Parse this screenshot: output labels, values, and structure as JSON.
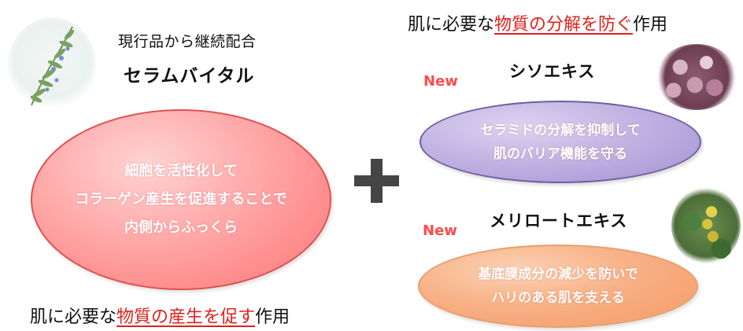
{
  "left": {
    "caption_small": "現行品から継続配合",
    "ingredient": "セラムバイタル",
    "ellipse_lines": [
      "細胞を活性化して",
      "コラーゲン産生を促進することで",
      "内側からふっくら"
    ],
    "ellipse_color": "#ff9a9a",
    "bottom_caption": {
      "pre": "肌に必要な",
      "highlight": "物質の産生を促す",
      "post": "作用"
    }
  },
  "plus_symbol": "+",
  "right": {
    "top_caption": {
      "pre": "肌に必要な",
      "highlight": "物質の分解を防ぐ",
      "post": "作用"
    },
    "extracts": [
      {
        "badge": "New",
        "name": "シソエキス",
        "lines": [
          "セラミドの分解を抑制して",
          "肌のバリア機能を守る"
        ],
        "ellipse_color": "#b7a6df",
        "photo_icon": "shiso-leaf-photo"
      },
      {
        "badge": "New",
        "name": "メリロートエキス",
        "lines": [
          "基底膜成分の減少を防いで",
          "ハリのある肌を支える"
        ],
        "ellipse_color": "#f6aa78",
        "photo_icon": "melilot-flower-photo"
      }
    ]
  },
  "colors": {
    "highlight_red": "#e0211a",
    "new_badge": "#ff4a4a",
    "plus": "#454545"
  }
}
